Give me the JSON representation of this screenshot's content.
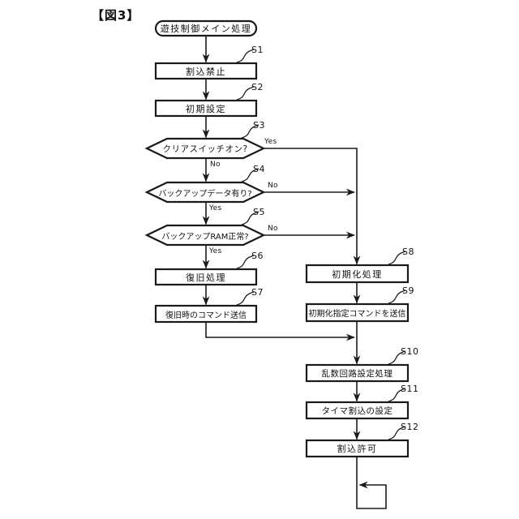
{
  "figure_title": "【図3】",
  "flowchart": {
    "start_label": "遊技制御メイン処理",
    "steps": [
      {
        "id": "S1",
        "label": "割込禁止"
      },
      {
        "id": "S2",
        "label": "初期設定"
      },
      {
        "id": "S3",
        "label": "クリアスイッチオン?"
      },
      {
        "id": "S4",
        "label": "バックアップデータ有り?"
      },
      {
        "id": "S5",
        "label": "バックアップRAM正常?"
      },
      {
        "id": "S6",
        "label": "復旧処理"
      },
      {
        "id": "S7",
        "label": "復旧時のコマンド送信"
      },
      {
        "id": "S8",
        "label": "初期化処理"
      },
      {
        "id": "S9",
        "label": "初期化指定コマンドを送信"
      },
      {
        "id": "S10",
        "label": "乱数回路設定処理"
      },
      {
        "id": "S11",
        "label": "タイマ割込の設定"
      },
      {
        "id": "S12",
        "label": "割込許可"
      }
    ],
    "branches": {
      "s3_yes": "Yes",
      "s3_no": "No",
      "s4_no": "No",
      "s4_yes": "Yes",
      "s5_no": "No",
      "s5_yes": "Yes"
    },
    "line_color": "#1a1a1a"
  }
}
